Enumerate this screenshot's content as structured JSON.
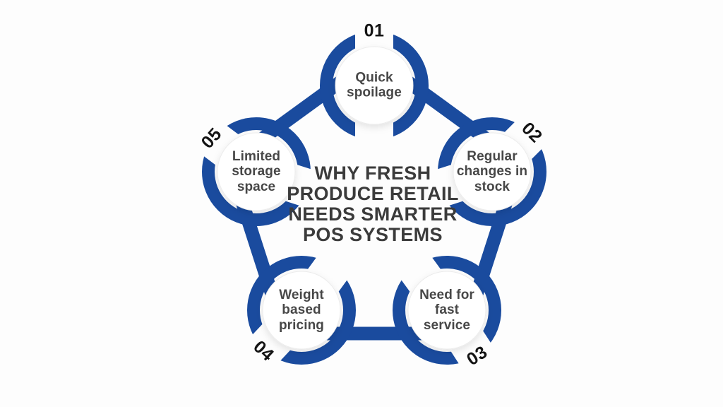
{
  "diagram": {
    "title_lines": [
      "WHY FRESH",
      "PRODUCE RETAIL",
      "NEEDS SMARTER",
      "POS SYSTEMS"
    ],
    "nodes": [
      {
        "number": "01",
        "label": "Quick spoilage"
      },
      {
        "number": "02",
        "label": "Regular changes in stock"
      },
      {
        "number": "03",
        "label": "Need for fast service"
      },
      {
        "number": "04",
        "label": "Weight based pricing"
      },
      {
        "number": "05",
        "label": "Limited storage space"
      }
    ],
    "colors": {
      "accent_blue": "#1a4b9e",
      "number_color": "#141414",
      "label_color": "#474747",
      "title_color": "#3b3b3b",
      "circle_fill": "#ffffff",
      "background": "#fdfdfd"
    }
  }
}
